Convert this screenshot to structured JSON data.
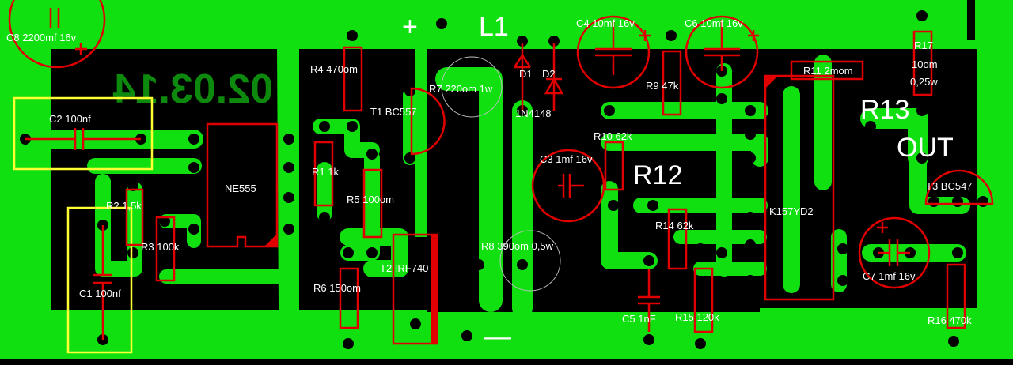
{
  "board": {
    "colors": {
      "copper": "#10e010",
      "gap": "#000000",
      "silk": "#e00000",
      "highlight": "#ffff33",
      "text": "#ffffff",
      "mirror_text": "#0d8a0d"
    },
    "date_code": "02.03.14",
    "power": {
      "plus": "+",
      "minus": "—"
    },
    "big_labels": {
      "l1": "L1",
      "r12": "R12",
      "r13": "R13",
      "out": "OUT"
    },
    "components": {
      "c8": "C8 2200mf 16v",
      "c2": "C2 100nf",
      "c1": "C1 100nf",
      "r2": "R2 1,5k",
      "r3": "R3 100k",
      "ne555": "NE555",
      "r4": "R4 470om",
      "r1": "R1 1k",
      "t1": "T1 BC557",
      "r5": "R5 100om",
      "r6": "R6 150om",
      "t2": "T2 IRF740",
      "r7": "R7 220om 1w",
      "r8": "R8 390om 0,5w",
      "d1": "D1",
      "d2": "D2",
      "diode_type": "1N4148",
      "c4": "C4 10mf 16v",
      "c6": "C6 10mf 16v",
      "r9": "R9 47k",
      "r10": "R10 62k",
      "c3": "C3 1mf 16v",
      "r14": "R14 62k",
      "c5": "C5 1nF",
      "r15": "R15 120k",
      "r11": "R11 2mom",
      "ic2": "K157YD2",
      "r17_name": "R17",
      "r17_val": "10om",
      "r17_pow": "0,25w",
      "t3": "T3 BC547",
      "c7": "C7 1mf 16v",
      "r16": "R16 470k"
    }
  }
}
